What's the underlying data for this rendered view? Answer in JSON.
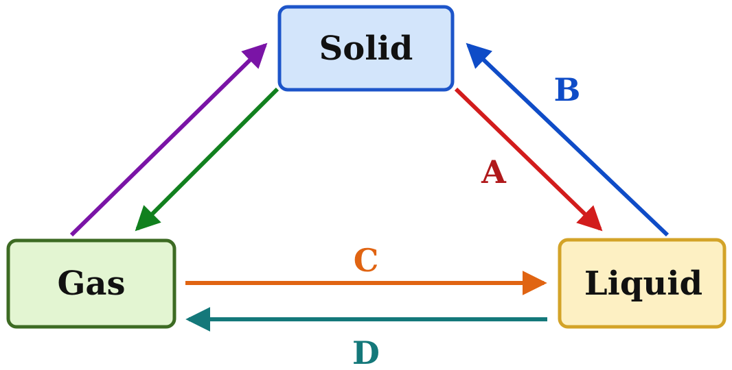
{
  "nodes": {
    "solid": {
      "label": "Solid",
      "fill": "#d3e5fb",
      "stroke": "#1d55c9"
    },
    "gas": {
      "label": "Gas",
      "fill": "#e3f5d2",
      "stroke": "#3d6b23"
    },
    "liquid": {
      "label": "Liquid",
      "fill": "#fdf0c3",
      "stroke": "#d3a328"
    }
  },
  "edges": {
    "gas_to_solid": {
      "label": "",
      "color": "#7a14a6"
    },
    "solid_to_gas": {
      "label": "",
      "color": "#11801e"
    },
    "solid_to_liquid": {
      "label": "A",
      "color": "#d21c1c",
      "label_color": "#b0191b"
    },
    "liquid_to_solid": {
      "label": "B",
      "color": "#0f4cc7",
      "label_color": "#0f4cc7"
    },
    "gas_to_liquid": {
      "label": "C",
      "color": "#e06412",
      "label_color": "#e06412"
    },
    "liquid_to_gas": {
      "label": "D",
      "color": "#14787a",
      "label_color": "#14787a"
    }
  }
}
